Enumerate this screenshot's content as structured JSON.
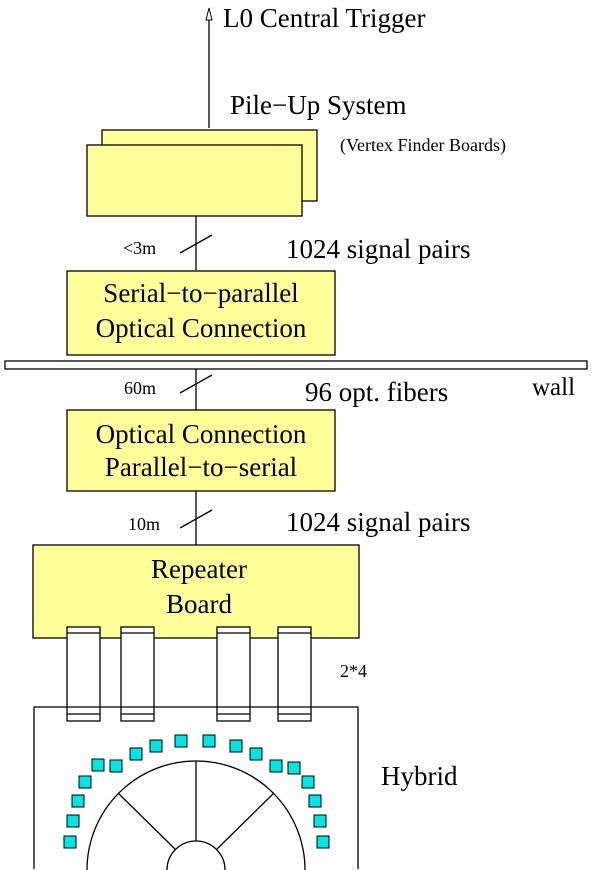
{
  "labels": {
    "l0_trigger": "L0 Central Trigger",
    "pileup_system": "Pile−Up System",
    "vertex_finder": "(Vertex Finder Boards)",
    "cable_top_len": "<3m",
    "cable_top_pairs": "1024 signal pairs",
    "s2p_line1": "Serial−to−parallel",
    "s2p_line2": "Optical Connection",
    "cable_mid_len": "60m",
    "cable_mid_fibers": "96 opt. fibers",
    "wall": "wall",
    "p2s_line1": "Optical Connection",
    "p2s_line2": "Parallel−to−serial",
    "cable_bot_len": "10m",
    "cable_bot_pairs": "1024 signal pairs",
    "repeater_line1": "Repeater",
    "repeater_line2": "Board",
    "connectors": "2*4",
    "hybrid": "Hybrid"
  },
  "colors": {
    "box_fill": "#ffff99",
    "chip_fill": "#00e5e5",
    "line": "#000000"
  }
}
